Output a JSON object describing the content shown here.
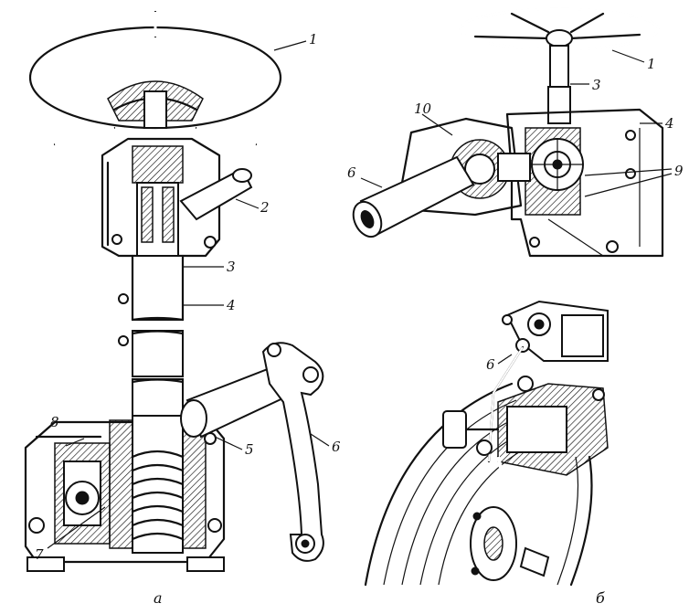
{
  "figure_a": {
    "caption": "а",
    "labels": {
      "l1": "1",
      "l2": "2",
      "l3": "3",
      "l4": "4",
      "l5": "5",
      "l6": "6",
      "l7": "7",
      "l8": "8"
    }
  },
  "figure_b": {
    "labels": {
      "l1": "1",
      "l3": "3",
      "l4": "4",
      "l9": "9",
      "l10": "10",
      "l6": "6"
    }
  },
  "figure_c": {
    "caption": "б",
    "labels": {
      "l6": "6"
    }
  }
}
